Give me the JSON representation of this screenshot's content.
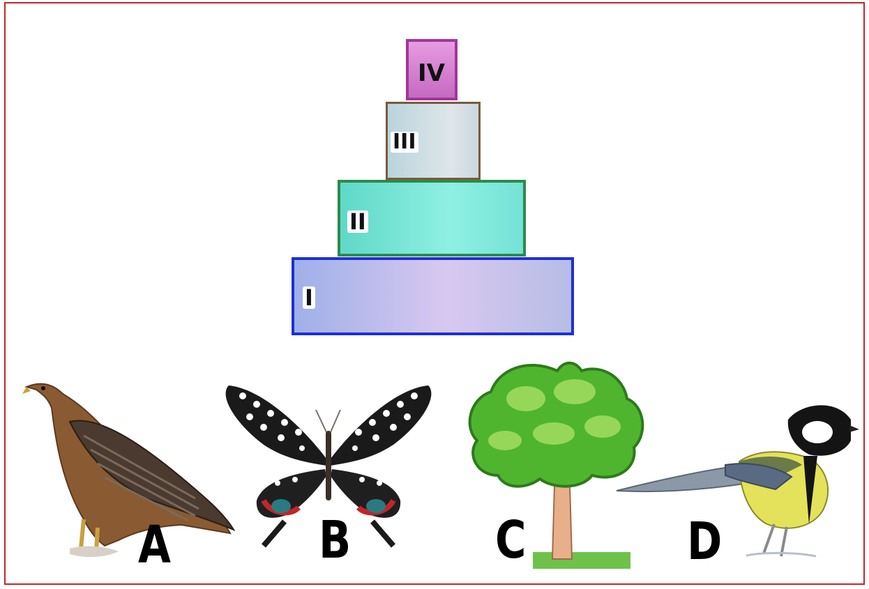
{
  "pyramid": {
    "levels": [
      {
        "label": "IV",
        "border_color": "#a3359b",
        "fill_color": "#d983d4"
      },
      {
        "label": "III",
        "border_color": "#7a5a3c",
        "fill_color": "#cfdde3"
      },
      {
        "label": "II",
        "border_color": "#2e8a4a",
        "fill_color": "#7ae8da"
      },
      {
        "label": "I",
        "border_color": "#1d2fd6",
        "fill_color": "#c0c0ee"
      }
    ]
  },
  "organisms": [
    {
      "letter": "A",
      "icon": "eagle-icon"
    },
    {
      "letter": "B",
      "icon": "butterfly-icon"
    },
    {
      "letter": "C",
      "icon": "tree-icon"
    },
    {
      "letter": "D",
      "icon": "tit-bird-icon"
    }
  ],
  "colors": {
    "frame_border": "#c0282a"
  }
}
